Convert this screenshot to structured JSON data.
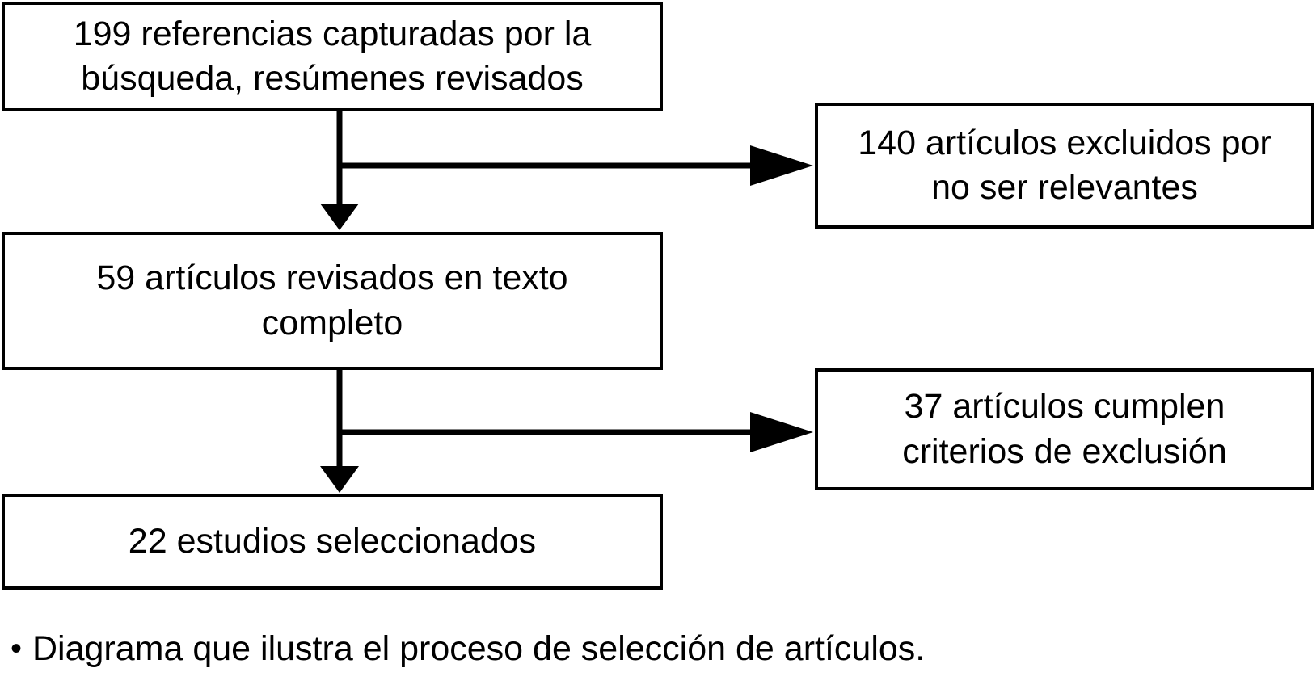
{
  "diagram": {
    "type": "flowchart",
    "title": "",
    "orientation": "top-to-bottom with right-side exclusion branches",
    "stroke_color": "#000000",
    "fill_color": "#ffffff",
    "nodes": [
      {
        "id": "captured",
        "text": "199 referencias capturadas por la\nbúsqueda, resúmenes revisados",
        "count": 199,
        "column": "left"
      },
      {
        "id": "excluded",
        "text": "140 artículos excluidos por\nno ser relevantes",
        "count": 140,
        "column": "right"
      },
      {
        "id": "fulltext",
        "text": "59 artículos revisados en texto\ncompleto",
        "count": 59,
        "column": "left"
      },
      {
        "id": "criteria",
        "text": "37 artículos cumplen\ncriterios de exclusión",
        "count": 37,
        "column": "right"
      },
      {
        "id": "selected",
        "text": "22 estudios seleccionados",
        "count": 22,
        "column": "left"
      }
    ],
    "edges": [
      {
        "from": "captured",
        "to": "fulltext",
        "direction": "down",
        "label": ""
      },
      {
        "from": "captured",
        "to": "excluded",
        "direction": "right",
        "label": ""
      },
      {
        "from": "fulltext",
        "to": "selected",
        "direction": "down",
        "label": ""
      },
      {
        "from": "fulltext",
        "to": "criteria",
        "direction": "right",
        "label": ""
      }
    ]
  },
  "caption": {
    "bullet": "•",
    "text": "Diagrama que ilustra el proceso de selección de artículos."
  }
}
